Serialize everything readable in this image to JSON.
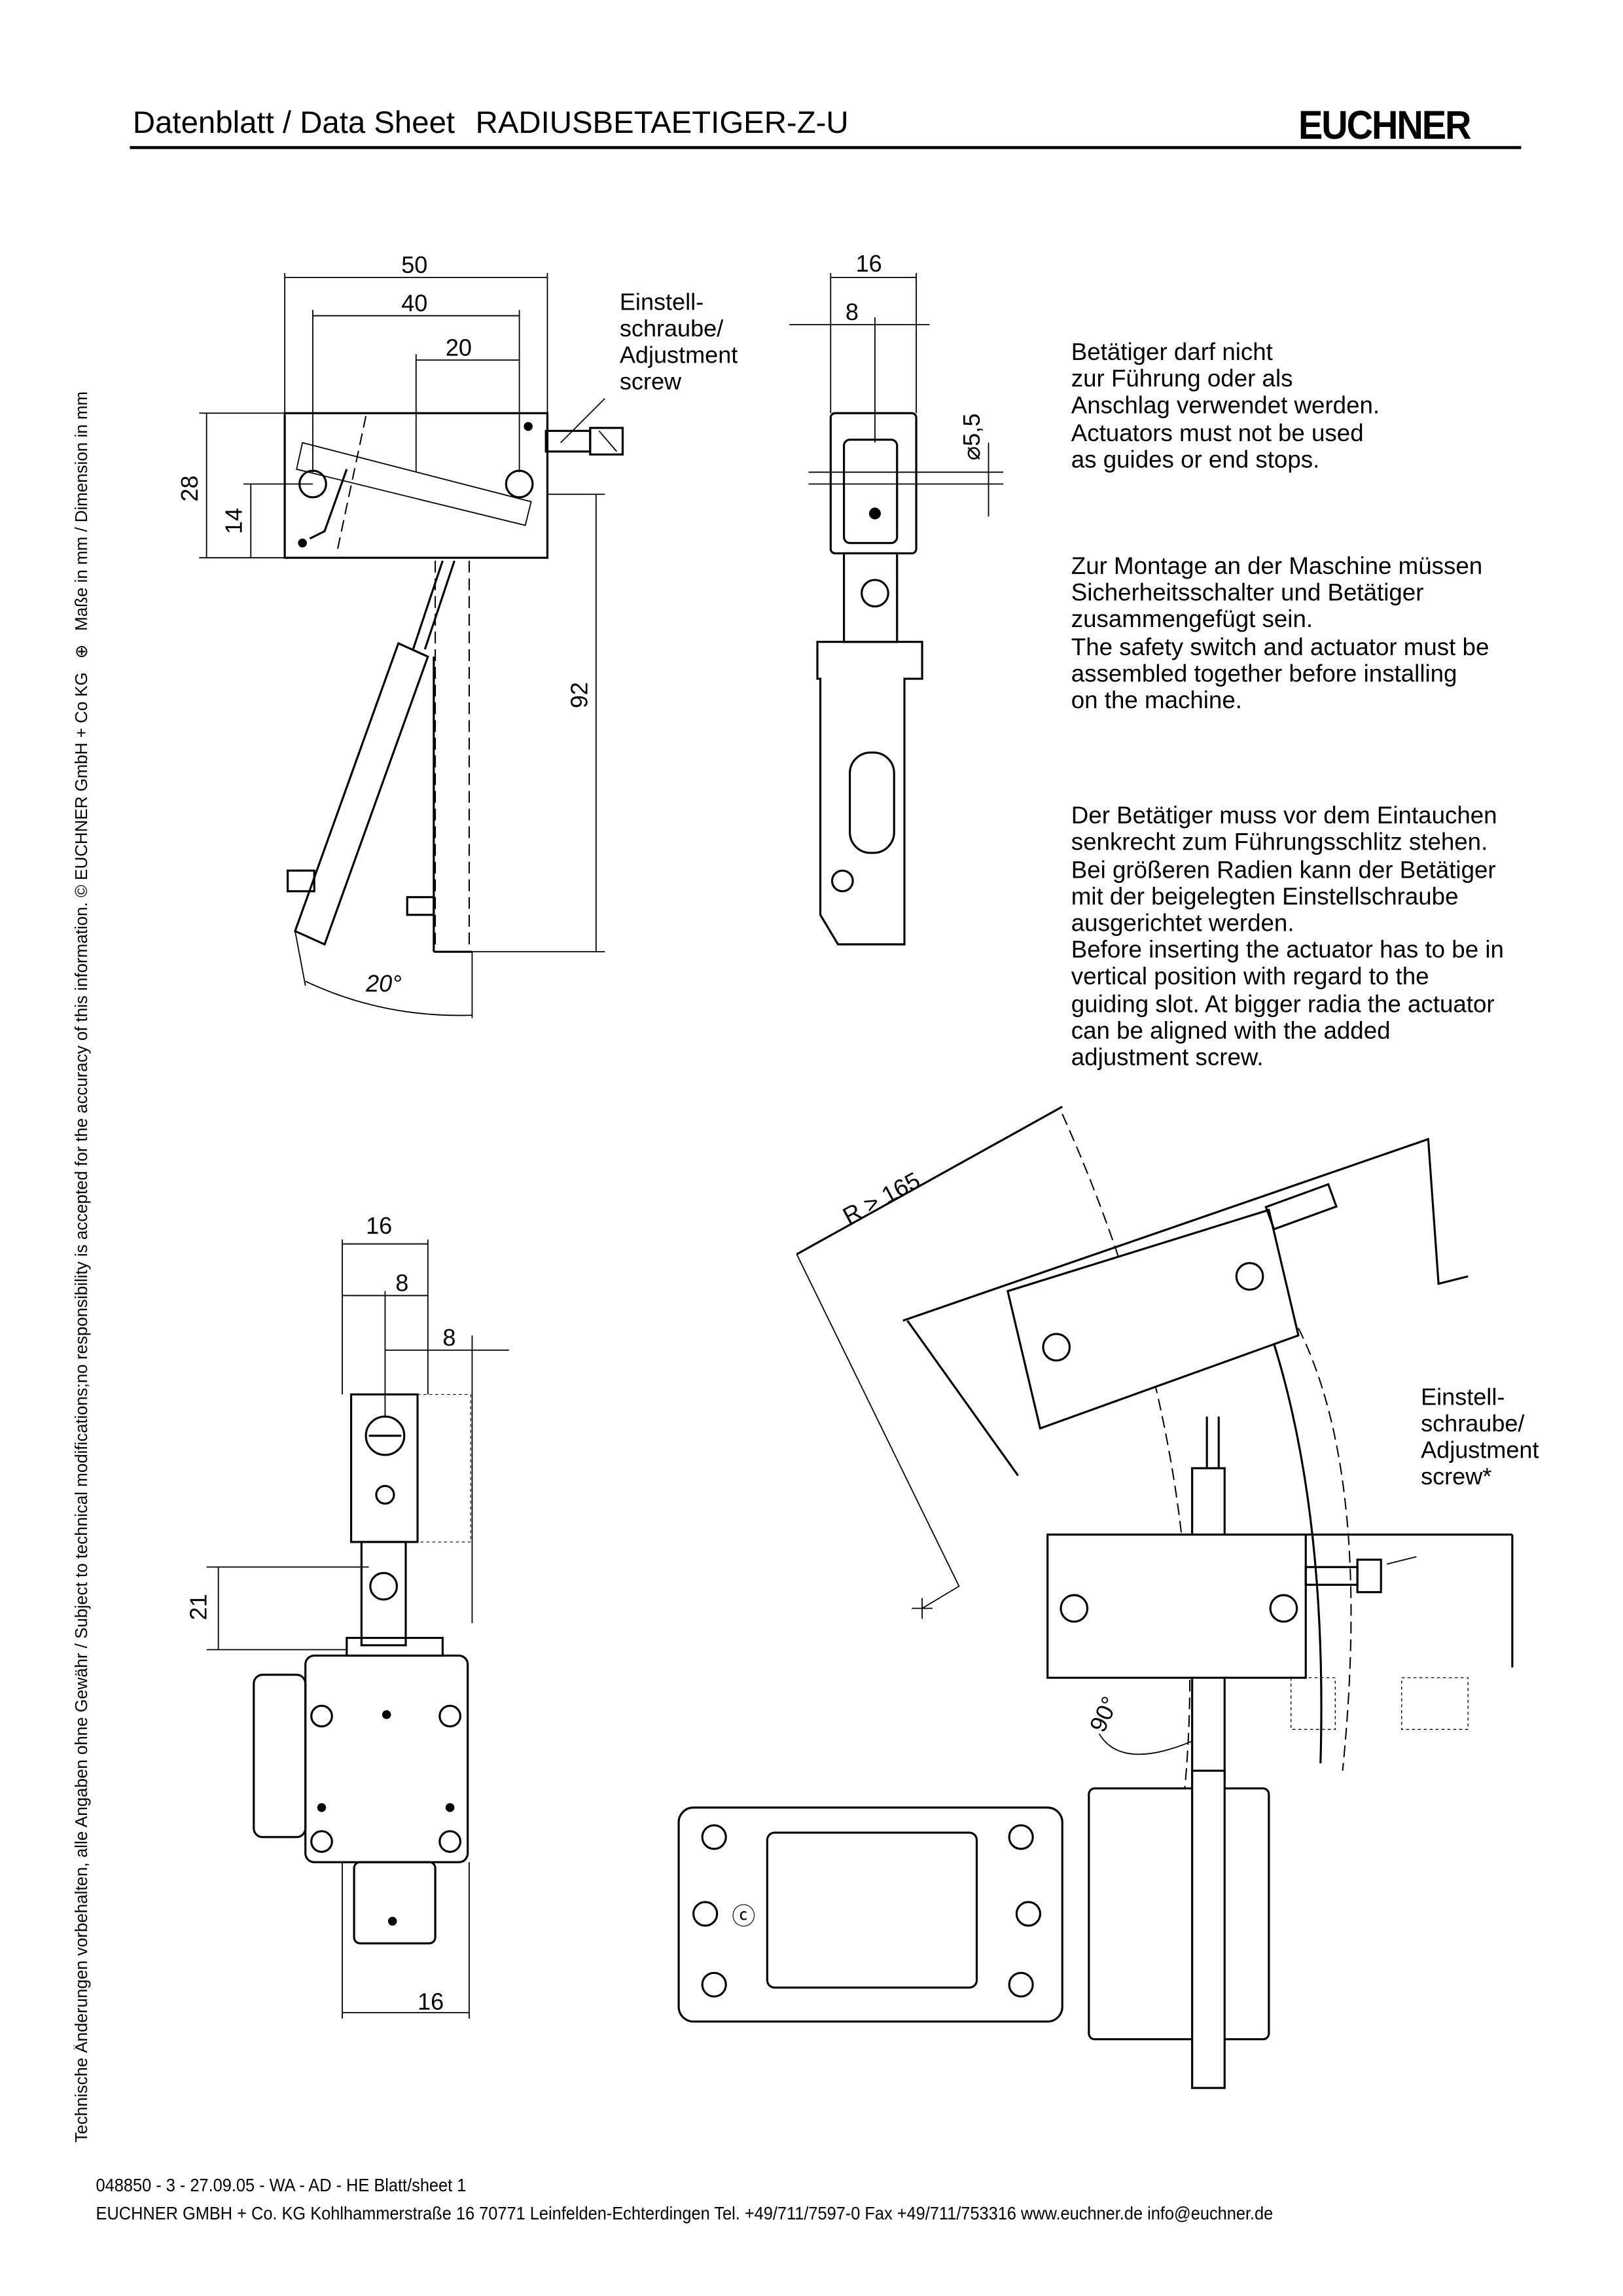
{
  "header": {
    "doc_type": "Datenblatt / Data Sheet",
    "product": "RADIUSBETAETIGER-Z-U",
    "logo": "EUCHNER"
  },
  "side_note": "Technische Änderungen vorbehalten, alle Angaben ohne Gewähr / Subject to technical modifications;no responsibility is accepted for the accuracy of this information. © EUCHNER GmbH + Co KG",
  "side_units": "Maße in mm / Dimension in mm",
  "notes": [
    [
      "Betätiger darf nicht",
      "zur Führung oder als",
      "Anschlag verwendet werden.",
      "Actuators must not be used",
      "as guides or end stops."
    ],
    [
      "Zur Montage an der Maschine müssen",
      "Sicherheitsschalter und Betätiger",
      "zusammengefügt sein.",
      "The safety switch and actuator must be",
      "assembled together before installing",
      "on the machine."
    ],
    [
      "Der Betätiger muss vor dem Eintauchen",
      "senkrecht zum Führungsschlitz stehen.",
      "Bei größeren Radien kann der Betätiger",
      "mit der beigelegten Einstellschraube",
      "ausgerichtet werden.",
      "Before inserting the actuator has to be in",
      "vertical position with regard to the",
      "guiding slot. At bigger radia the actuator",
      "can be aligned with the added",
      "adjustment screw."
    ]
  ],
  "drawings": {
    "front": {
      "d50": "50",
      "d40": "40",
      "d20": "20",
      "d28": "28",
      "d14": "14",
      "d92": "92",
      "angle": "20°",
      "callout": [
        "Einstell-",
        "schraube/",
        "Adjustment",
        "screw"
      ]
    },
    "side": {
      "d16": "16",
      "d8": "8",
      "dia": "⌀5,5"
    },
    "bottom": {
      "d16": "16",
      "d8a": "8",
      "d8b": "8",
      "d21": "21",
      "d16b": "16"
    },
    "assembly": {
      "radius": "R > 165",
      "angle": "90°",
      "callout": [
        "Einstell-",
        "schraube/",
        "Adjustment",
        "screw*"
      ]
    }
  },
  "footer": {
    "line1": "048850 - 3 - 27.09.05 - WA -  AD - HE  Blatt/sheet  1",
    "line2": "EUCHNER GMBH + Co. KG   Kohlhammerstraße 16    70771 Leinfelden-Echterdingen Tel. +49/711/7597-0   Fax +49/711/753316   www.euchner.de   info@euchner.de"
  }
}
